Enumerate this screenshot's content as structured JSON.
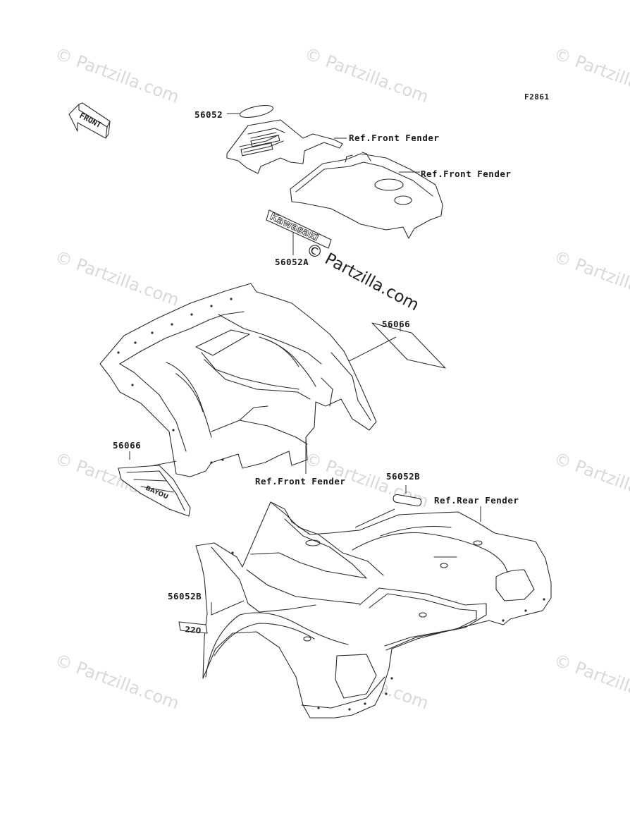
{
  "figure_code": "F2861",
  "front_arrow_text": "FRONT",
  "watermark": "© Partzilla.com",
  "callouts": {
    "p56052": "56052",
    "p56052a": "56052A",
    "p56066_top": "56066",
    "p56066": "56066",
    "p56052b_top": "56052B",
    "p56052b_bottom": "56052B"
  },
  "references": {
    "front_fender_1": "Ref.Front Fender",
    "front_fender_2": "Ref.Front Fender",
    "front_fender_3": "Ref.Front Fender",
    "rear_fender": "Ref.Rear Fender"
  },
  "decal_texts": {
    "kawasaki": "Kawasaki",
    "bayou": "BAYOU",
    "rear_badge": "220"
  }
}
